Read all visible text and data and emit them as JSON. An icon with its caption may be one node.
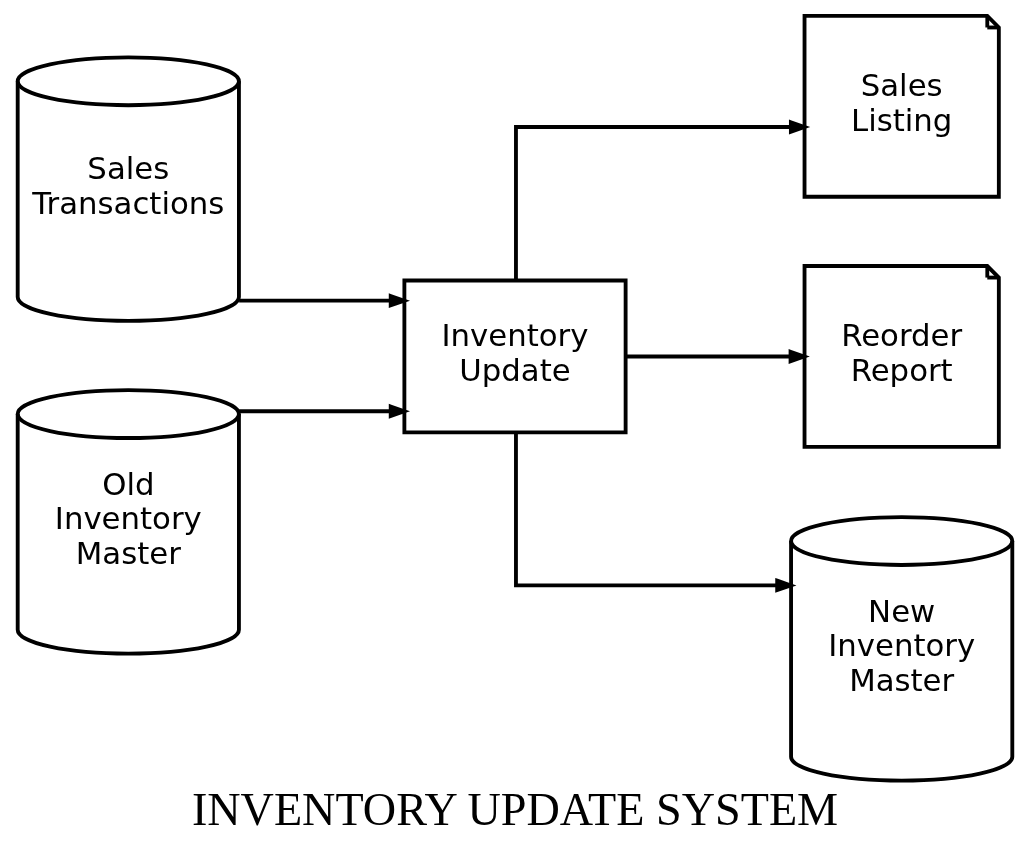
{
  "diagram": {
    "caption": "INVENTORY UPDATE SYSTEM",
    "nodes": [
      {
        "text": [
          "Sales Transactions"
        ]
      },
      {
        "text": [
          "Old Inventory Master"
        ]
      },
      {
        "text": [
          "Inventory Update"
        ]
      },
      {
        "text": [
          "Sales Listing"
        ]
      },
      {
        "text": [
          "Reorder Report"
        ]
      },
      {
        "text": [
          "New Inventory Master"
        ]
      }
    ],
    "edges": [
      {
        "from": 0,
        "to": 2,
        "arrow": "to"
      },
      {
        "from": 1,
        "to": 2,
        "arrow": "to"
      },
      {
        "from": 2,
        "to": 3,
        "arrow": "to"
      },
      {
        "from": 2,
        "to": 4,
        "arrow": "to"
      },
      {
        "from": 2,
        "to": 5,
        "arrow": "to"
      }
    ]
  }
}
